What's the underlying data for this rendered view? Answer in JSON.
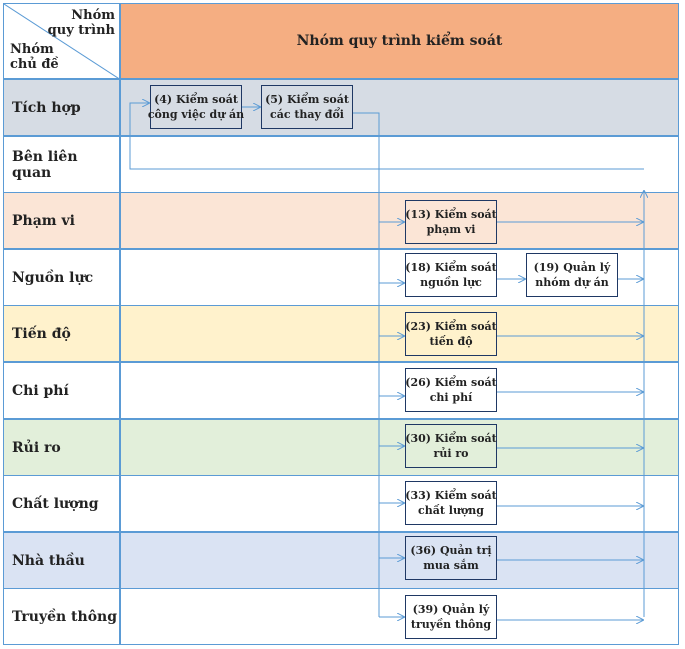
{
  "header": {
    "corner_top": "Nhóm\nquy trình",
    "corner_bottom": "Nhóm\nchủ đề",
    "title": "Nhóm quy trình kiểm soát"
  },
  "rows": [
    {
      "label": "Tích hợp",
      "color": "#d6dce4"
    },
    {
      "label": "Bên liên quan",
      "color": "#ffffff"
    },
    {
      "label": "Phạm vi",
      "color": "#fbe5d6"
    },
    {
      "label": "Nguồn lực",
      "color": "#ffffff"
    },
    {
      "label": "Tiến độ",
      "color": "#fff2cc"
    },
    {
      "label": "Chi phí",
      "color": "#ffffff"
    },
    {
      "label": "Rủi ro",
      "color": "#e2efda"
    },
    {
      "label": "Chất lượng",
      "color": "#ffffff"
    },
    {
      "label": "Nhà thầu",
      "color": "#dae3f3"
    },
    {
      "label": "Truyền thông",
      "color": "#ffffff"
    }
  ],
  "processes": {
    "p4": "(4) Kiểm soát\ncông việc dự án",
    "p5": "(5) Kiểm soát\ncác thay đổi",
    "p13": "(13) Kiểm soát\nphạm vi",
    "p18": "(18) Kiểm soát\nnguồn lực",
    "p19": "(19) Quản lý\nnhóm dự án",
    "p23": "(23) Kiểm soát\ntiến độ",
    "p26": "(26) Kiểm soát\nchi phí",
    "p30": "(30) Kiểm soát\nrủi ro",
    "p33": "(33) Kiểm soát\nchất lượng",
    "p36": "(36) Quản trị\nmua sắm",
    "p39": "(39) Quản lý\ntruyền thông"
  },
  "colors": {
    "line": "#5b9bd5",
    "header": "#f5ae82",
    "box_border": "#1f3864"
  }
}
